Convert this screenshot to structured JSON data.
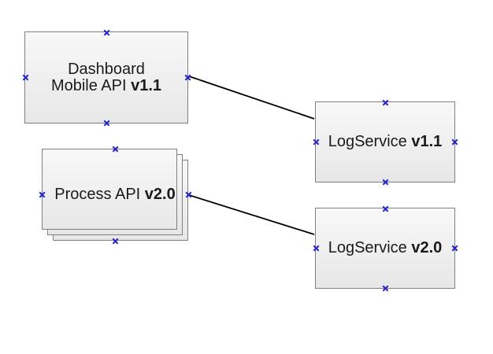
{
  "colors": {
    "canvas": "#ffffff",
    "node_fill_top": "#f8f8f8",
    "node_fill_bottom": "#e7e7e7",
    "node_border": "#7f7f7f",
    "connector": "#000000",
    "marker": "#2424cc",
    "text": "#1a1a1a"
  },
  "nodes": {
    "dashboard": {
      "line1": "Dashboard",
      "line2_regular": "Mobile API ",
      "line2_bold": "v1.1"
    },
    "process_api": {
      "label_regular": "Process API ",
      "label_bold": "v2.0"
    },
    "logservice_v11": {
      "label_regular": "LogService ",
      "label_bold": "v1.1"
    },
    "logservice_v20": {
      "label_regular": "LogService ",
      "label_bold": "v2.0"
    }
  },
  "edges": [
    {
      "from": "dashboard",
      "to": "logservice_v11"
    },
    {
      "from": "process_api",
      "to": "logservice_v20"
    }
  ],
  "connection_point_glyph": "x"
}
